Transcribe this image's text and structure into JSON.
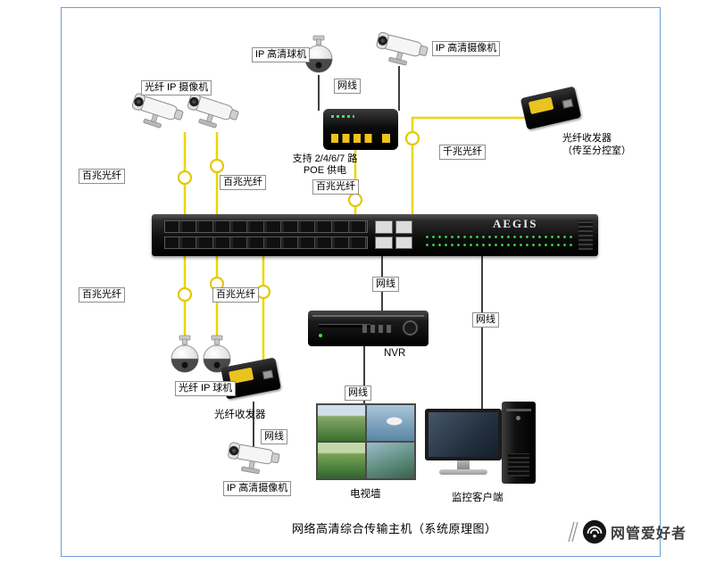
{
  "frame": {
    "border_color": "#6b9fd8",
    "background": "#ffffff"
  },
  "caption": "网络高清综合传输主机（系统原理图）",
  "watermark": {
    "name": "网管爱好者"
  },
  "colors": {
    "fiber": "#edd500",
    "cable": "#000000",
    "port_yellow": "#efc21a",
    "led_green": "#35d84a"
  },
  "devices": {
    "dome_camera_top": {
      "label": "IP 高清球机"
    },
    "bullet_camera_top": {
      "label": "IP 高清摄像机"
    },
    "poe_switch": {
      "label_line1": "支持 2/4/6/7 路",
      "label_line2": "POE 供电"
    },
    "fiber_transceiver_right": {
      "label_line1": "光纤收发器",
      "label_line2": "（传至分控室）"
    },
    "fiber_ip_cameras": {
      "label": "光纤 IP 摄像机"
    },
    "core_switch": {
      "brand": "AEGIS"
    },
    "fiber_ip_domes": {
      "label": "光纤 IP 球机"
    },
    "fiber_transceiver_bottom": {
      "label": "光纤收发器"
    },
    "bullet_camera_bottom": {
      "label": "IP 高清摄像机"
    },
    "nvr": {
      "label": "NVR"
    },
    "tv_wall": {
      "label": "电视墙"
    },
    "client_pc": {
      "label": "监控客户端"
    }
  },
  "cables": {
    "lan_top": "网线",
    "fiber_100m_poe": "百兆光纤",
    "fiber_1g": "千兆光纤",
    "fiber_100m_left_a": "百兆光纤",
    "fiber_100m_left_b": "百兆光纤",
    "fiber_100m_bottom_a": "百兆光纤",
    "fiber_100m_bottom_b": "百兆光纤",
    "lan_nvr": "网线",
    "lan_tv": "网线",
    "lan_client": "网线",
    "lan_transceiver": "网线"
  }
}
